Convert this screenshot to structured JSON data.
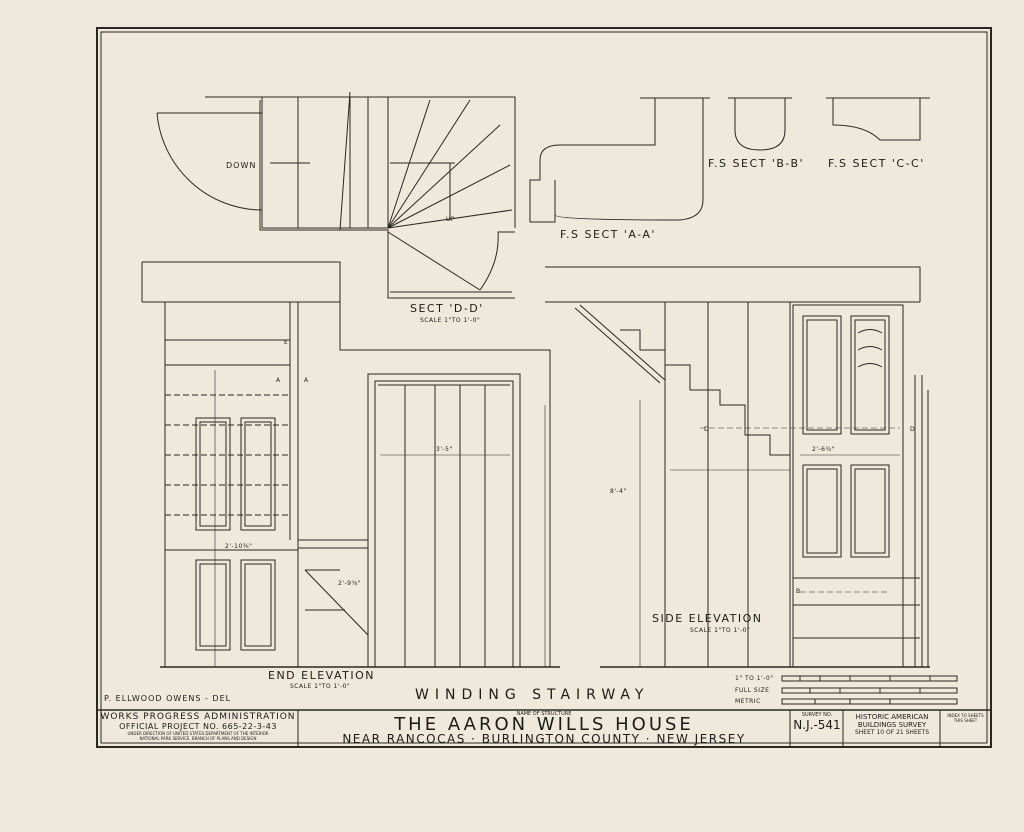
{
  "drawing": {
    "sect_d_d": "SECT 'D-D'",
    "sect_d_d_scale": "SCALE 1\"TO 1'-0\"",
    "down": "DOWN",
    "up": "UP",
    "fs_sect_a": "F.S SECT 'A-A'",
    "fs_sect_b": "F.S SECT 'B-B'",
    "fs_sect_c": "F.S SECT 'C-C'",
    "end_elevation": "END ELEVATION",
    "end_elevation_scale": "SCALE 1\"TO 1'-0\"",
    "side_elevation": "SIDE ELEVATION",
    "side_elevation_scale": "SCALE 1\"TO 1'-0\"",
    "sheet_title": "WINDING STAIRWAY",
    "delineator": "P. ELLWOOD OWENS - DEL",
    "scale_lines": [
      "1\" TO 1'-0\"",
      "FULL SIZE",
      "METRIC"
    ],
    "marks": {
      "a": "A",
      "b": "B",
      "d": "D",
      "e": "E",
      "dim_1": "2'-6¾\"",
      "dim_2": "2'-10⅜\"",
      "dim_3": "3'-5\"",
      "dim_4": "8'-4\"",
      "dim_5": "2'-9⅝\""
    }
  },
  "title_block": {
    "wpa_line1": "WORKS PROGRESS ADMINISTRATION",
    "wpa_line2": "OFFICIAL PROJECT NO. 665-22-3-43",
    "wpa_line3": "UNDER DIRECTION OF UNITED STATES DEPARTMENT OF THE INTERIOR",
    "wpa_line4": "NATIONAL PARK SERVICE, BRANCH OF PLANS AND DESIGN",
    "name_label": "NAME OF STRUCTURE",
    "structure_name": "THE AARON WILLS HOUSE",
    "location": "NEAR RANCOCAS · BURLINGTON COUNTY · NEW JERSEY",
    "survey_label": "SURVEY NO.",
    "survey_no": "N.J.-541",
    "habs_line1": "HISTORIC AMERICAN",
    "habs_line2": "BUILDINGS SURVEY",
    "sheet_text": "SHEET 10 OF 21 SHEETS",
    "index_line1": "INDEX TO SHEETS",
    "index_line2": "THIS SHEET"
  }
}
